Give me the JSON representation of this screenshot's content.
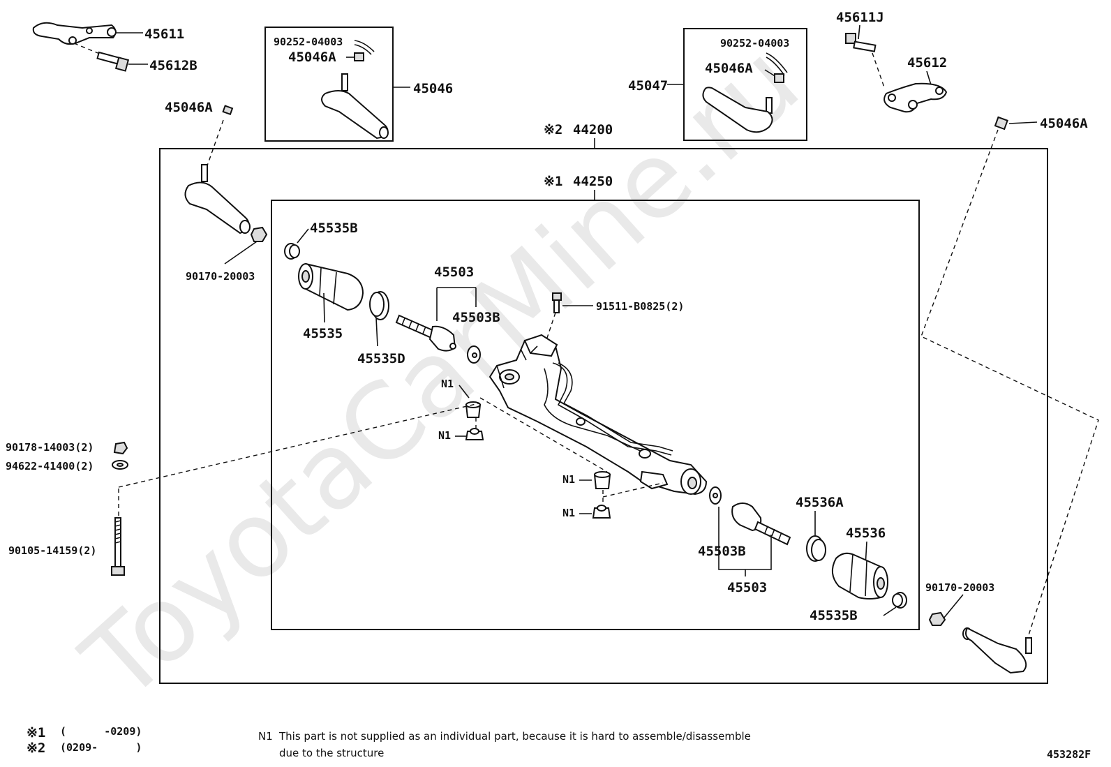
{
  "watermark": "ToyotaCarMine.ru",
  "diagram_code": "453282F",
  "assemblies": {
    "outer": {
      "mark": "※2",
      "number": "44200"
    },
    "inner": {
      "mark": "※1",
      "number": "44250"
    }
  },
  "labels": {
    "p45611": "45611",
    "p45612B": "45612B",
    "p45046A_tl": "45046A",
    "p90170_left": "90170-20003",
    "p45046_box": "45046",
    "p90252_left": "90252-04003",
    "p45046A_box_left": "45046A",
    "p45047": "45047",
    "p90252_right": "90252-04003",
    "p45046A_box_right": "45046A",
    "p45611J": "45611J",
    "p45612": "45612",
    "p45046A_tr": "45046A",
    "p45535B_top": "45535B",
    "p45535": "45535",
    "p45535D": "45535D",
    "p45503_top": "45503",
    "p45503B_top": "45503B",
    "p91511": "91511-B0825(2)",
    "n1_a": "N1",
    "n1_b": "N1",
    "n1_c": "N1",
    "n1_d": "N1",
    "p90178": "90178-14003(2)",
    "p94622": "94622-41400(2)",
    "p90105": "90105-14159(2)",
    "p45536A": "45536A",
    "p45536": "45536",
    "p45503B_bottom": "45503B",
    "p45503_bottom": "45503",
    "p45535B_bottom": "45535B",
    "p90170_right": "90170-20003"
  },
  "footnotes": {
    "f1_mark": "※1",
    "f1_text": "(      -0209)",
    "f2_mark": "※2",
    "f2_text": "(0209-      )",
    "n1_mark": "N1",
    "n1_line1": "This part is not supplied as an individual part,  because it is hard to assemble/disassemble",
    "n1_line2": "due to the structure"
  }
}
